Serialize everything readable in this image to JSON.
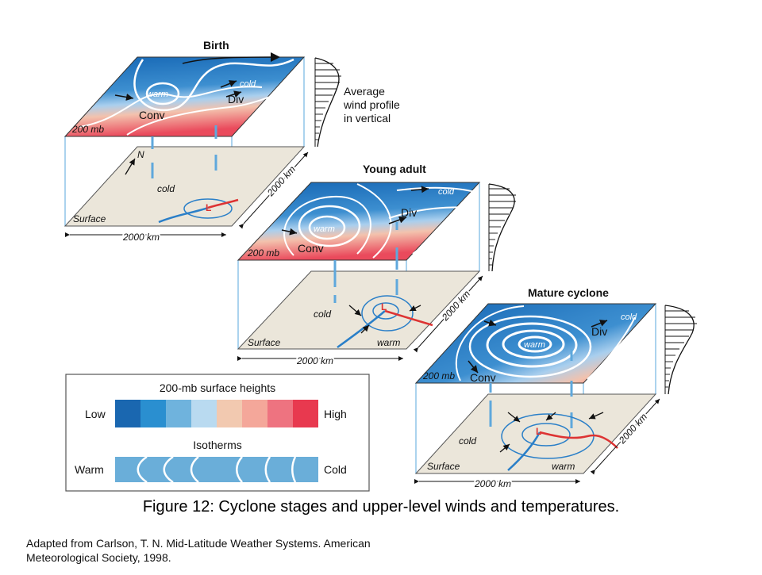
{
  "stages": [
    {
      "title": "Birth",
      "upper_label": "200 mb",
      "surface_label": "Surface",
      "width_label": "2000 km",
      "depth_label": "2000 km",
      "warm": "warm",
      "cold_upper": "cold",
      "div": "Div",
      "conv": "Conv",
      "cold_surface": "cold",
      "north": "N"
    },
    {
      "title": "Young adult",
      "upper_label": "200 mb",
      "surface_label": "Surface",
      "width_label": "2000 km",
      "depth_label": "2000 km",
      "warm": "warm",
      "cold_upper": "cold",
      "div": "Div",
      "conv": "Conv",
      "cold_surface": "cold",
      "warm_surface": "warm"
    },
    {
      "title": "Mature cyclone",
      "upper_label": "200 mb",
      "surface_label": "Surface",
      "width_label": "2000 km",
      "depth_label": "2000 km",
      "warm": "warm",
      "cold_upper": "cold",
      "div": "Div",
      "conv": "Conv",
      "cold_surface": "cold",
      "warm_surface": "warm"
    }
  ],
  "profile_label": [
    "Average",
    "wind profile",
    "in vertical"
  ],
  "legend": {
    "heights_title": "200-mb surface heights",
    "low": "Low",
    "high": "High",
    "height_colors": [
      "#1a67b0",
      "#2a8fd0",
      "#6fb3dd",
      "#b9daf0",
      "#f2c9b0",
      "#f4a79a",
      "#ee7380",
      "#e8394f"
    ],
    "isotherms_title": "Isotherms",
    "warm": "Warm",
    "cold": "Cold"
  },
  "caption": "Figure 12: Cyclone stages and upper-level winds and temperatures.",
  "credit": [
    "Adapted from Carlson, T. N. Mid-Latitude Weather Systems. American",
    "Meteorological Society, 1998."
  ]
}
